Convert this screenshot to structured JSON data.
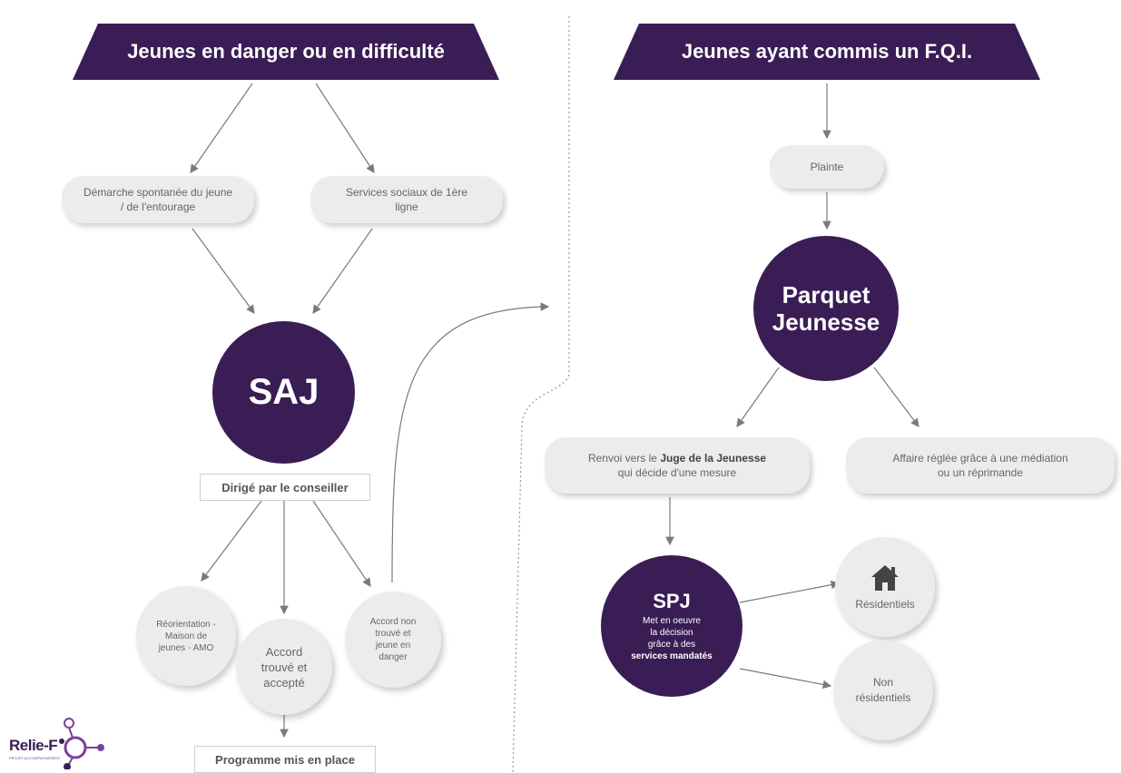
{
  "left": {
    "title": "Jeunes en danger ou en difficulté",
    "demarche": "Démarche spontanée du jeune / de l'entourage",
    "services_sociaux": "Services sociaux de 1ère ligne",
    "saj": "SAJ",
    "dirige": "Dirigé par le conseiller",
    "reorientation": "Réorientation - Maison de jeunes - AMO",
    "accord_trouve": "Accord trouvé et accepté",
    "accord_non": "Accord non trouvé et jeune en danger",
    "programme": "Programme mis en place"
  },
  "right": {
    "title": "Jeunes ayant commis un F.Q.I.",
    "plainte": "Plainte",
    "parquet_line1": "Parquet",
    "parquet_line2": "Jeunesse",
    "renvoi_pre": "Renvoi vers le ",
    "renvoi_bold": "Juge de la Jeunesse",
    "renvoi_post": "qui décide d'une mesure",
    "affaire_line1": "Affaire réglée grâce à une médiation",
    "affaire_line2": "ou un réprimande",
    "spj_title": "SPJ",
    "spj_line1": "Met en oeuvre",
    "spj_line2": "la décision",
    "spj_line3": "grâce à des",
    "spj_bold": "services mandatés",
    "residentiels": "Résidentiels",
    "non_residentiels_1": "Non",
    "non_residentiels_2": "résidentiels"
  },
  "logo": {
    "text": "Relie-F",
    "tagline": "PROJET ACCOMPAGNEMENT"
  },
  "colors": {
    "accent": "#3a1d55",
    "pill": "#ececec",
    "arrow": "#7a7a7a"
  },
  "icons": {
    "home": "house-icon"
  }
}
